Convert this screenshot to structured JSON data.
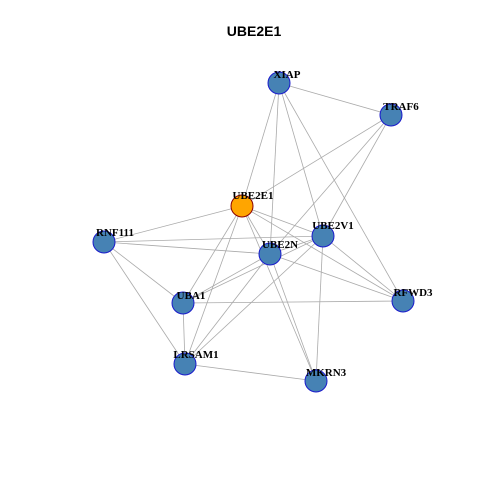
{
  "title": "UBE2E1",
  "colors": {
    "node_fill": "#4682b4",
    "node_stroke": "#1a1acc",
    "focus_fill": "#ffa500",
    "focus_stroke": "#8b0000",
    "edge": "#aaaaaa"
  },
  "nodes": [
    {
      "id": "XIAP",
      "label": "XIAP",
      "focus": false
    },
    {
      "id": "TRAF6",
      "label": "TRAF6",
      "focus": false
    },
    {
      "id": "UBE2E1",
      "label": "UBE2E1",
      "focus": true
    },
    {
      "id": "UBE2V1",
      "label": "UBE2V1",
      "focus": false
    },
    {
      "id": "RNF111",
      "label": "RNF111",
      "focus": false
    },
    {
      "id": "UBE2N",
      "label": "UBE2N",
      "focus": false
    },
    {
      "id": "UBA1",
      "label": "UBA1",
      "focus": false
    },
    {
      "id": "RFWD3",
      "label": "RFWD3",
      "focus": false
    },
    {
      "id": "LRSAM1",
      "label": "LRSAM1",
      "focus": false
    },
    {
      "id": "MKRN3",
      "label": "MKRN3",
      "focus": false
    }
  ],
  "edges": [
    [
      "XIAP",
      "TRAF6"
    ],
    [
      "XIAP",
      "UBE2E1"
    ],
    [
      "XIAP",
      "UBE2N"
    ],
    [
      "XIAP",
      "UBE2V1"
    ],
    [
      "XIAP",
      "RFWD3"
    ],
    [
      "TRAF6",
      "UBE2E1"
    ],
    [
      "TRAF6",
      "UBE2V1"
    ],
    [
      "TRAF6",
      "UBE2N"
    ],
    [
      "UBE2E1",
      "RNF111"
    ],
    [
      "UBE2E1",
      "UBE2V1"
    ],
    [
      "UBE2E1",
      "UBE2N"
    ],
    [
      "UBE2E1",
      "UBA1"
    ],
    [
      "UBE2E1",
      "LRSAM1"
    ],
    [
      "UBE2E1",
      "RFWD3"
    ],
    [
      "RNF111",
      "UBE2V1"
    ],
    [
      "RNF111",
      "UBE2N"
    ],
    [
      "RNF111",
      "UBA1"
    ],
    [
      "RNF111",
      "LRSAM1"
    ],
    [
      "UBE2V1",
      "UBE2N"
    ],
    [
      "UBE2V1",
      "UBA1"
    ],
    [
      "UBE2V1",
      "LRSAM1"
    ],
    [
      "UBE2V1",
      "RFWD3"
    ],
    [
      "UBE2V1",
      "MKRN3"
    ],
    [
      "UBE2N",
      "UBA1"
    ],
    [
      "UBE2N",
      "LRSAM1"
    ],
    [
      "UBE2N",
      "RFWD3"
    ],
    [
      "UBE2N",
      "MKRN3"
    ],
    [
      "UBE2E1",
      "MKRN3"
    ],
    [
      "UBA1",
      "LRSAM1"
    ],
    [
      "UBA1",
      "RFWD3"
    ],
    [
      "LRSAM1",
      "MKRN3"
    ]
  ]
}
